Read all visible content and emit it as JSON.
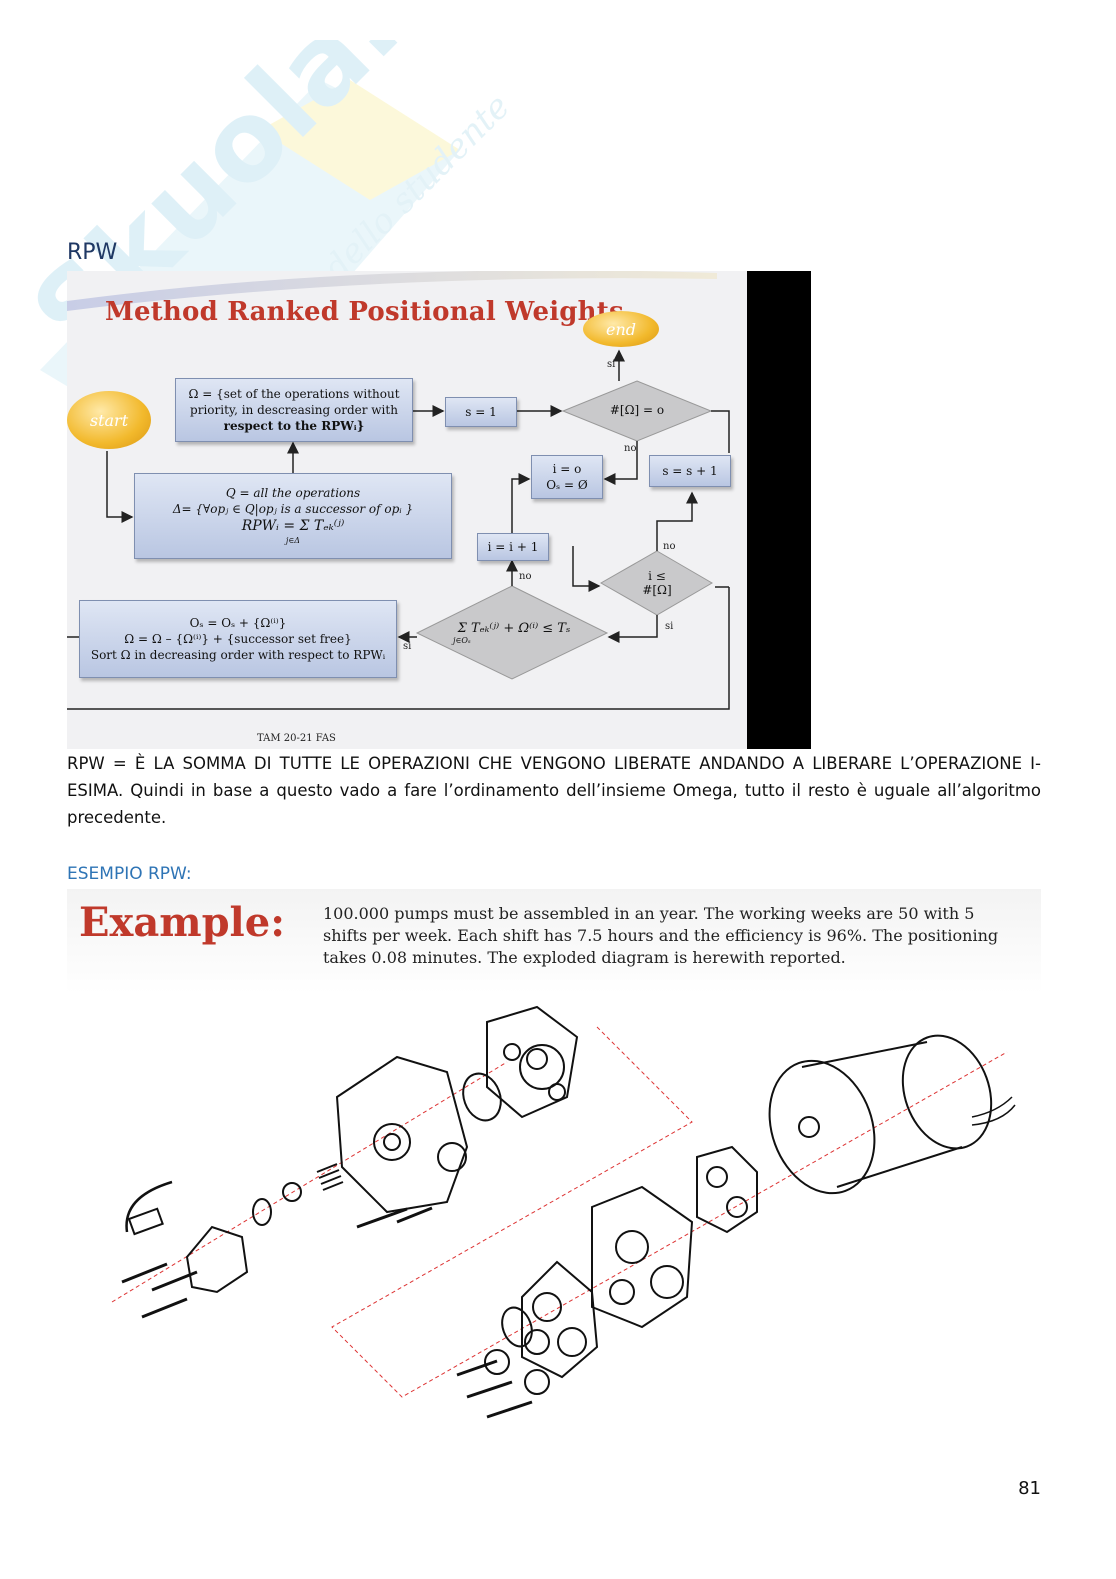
{
  "watermark": {
    "brand": "Skuola.net",
    "tagline": "il portale dello studente"
  },
  "section_title": "RPW",
  "slide1": {
    "title": "Method Ranked Positional Weights",
    "start_label": "start",
    "end_label": "end",
    "omega_box_line1": "Ω = {set of the operations without",
    "omega_box_line2": "priority, in descreasing order with",
    "omega_box_line3": "respect to the RPWᵢ}",
    "q_box_line1": "Q = all the operations",
    "q_box_line2": "Δ= {∀opⱼ ∈ Q|opⱼ is a successor of opᵢ }",
    "q_box_line3": "RPWᵢ = Σ Tₑₖ⁽ʲ⁾",
    "q_box_sub": "j∈Δ",
    "s1_box": "s = 1",
    "cond_omega": "#[Ω] = o",
    "si_top": "si",
    "no_top": "no",
    "init_box_line1": "i = o",
    "init_box_line2": "Oₛ = Ø",
    "inc_s_box": "s = s + 1",
    "inc_i_box": "i = i + 1",
    "no_mid": "no",
    "no_right": "no",
    "cond_i_line1": "i ≤",
    "cond_i_line2": "#[Ω]",
    "si_right": "si",
    "cond_time": "Σ Tₑₖ⁽ʲ⁾ + Ω⁽ⁱ⁾ ≤ Tₛ",
    "cond_time_sub": "j∈Oₛ",
    "si_left": "si",
    "update_box_line1": "Oₛ = Oₛ + {Ω⁽ⁱ⁾}",
    "update_box_line2": "Ω = Ω – {Ω⁽ⁱ⁾} + {successor set free}",
    "update_box_line3": "Sort Ω in decreasing order with respect to RPWᵢ",
    "footer": "TAM 20-21 FAS"
  },
  "paragraph": "RPW = È LA SOMMA DI TUTTE LE OPERAZIONI CHE VENGONO LIBERATE ANDANDO A LIBERARE L’OPERAZIONE I-ESIMA. Quindi in base a questo vado a fare l’ordinamento dell’insieme Omega, tutto il resto è uguale all’algoritmo precedente.",
  "example_heading": "ESEMPIO RPW:",
  "slide2": {
    "title": "Example:",
    "text": "100.000 pumps must be assembled in an year. The working weeks are 50 with 5 shifts per week. Each shift has 7.5 hours and the efficiency is 96%. The positioning takes 0.08 minutes. The exploded diagram is herewith reported."
  },
  "page_number": "81"
}
